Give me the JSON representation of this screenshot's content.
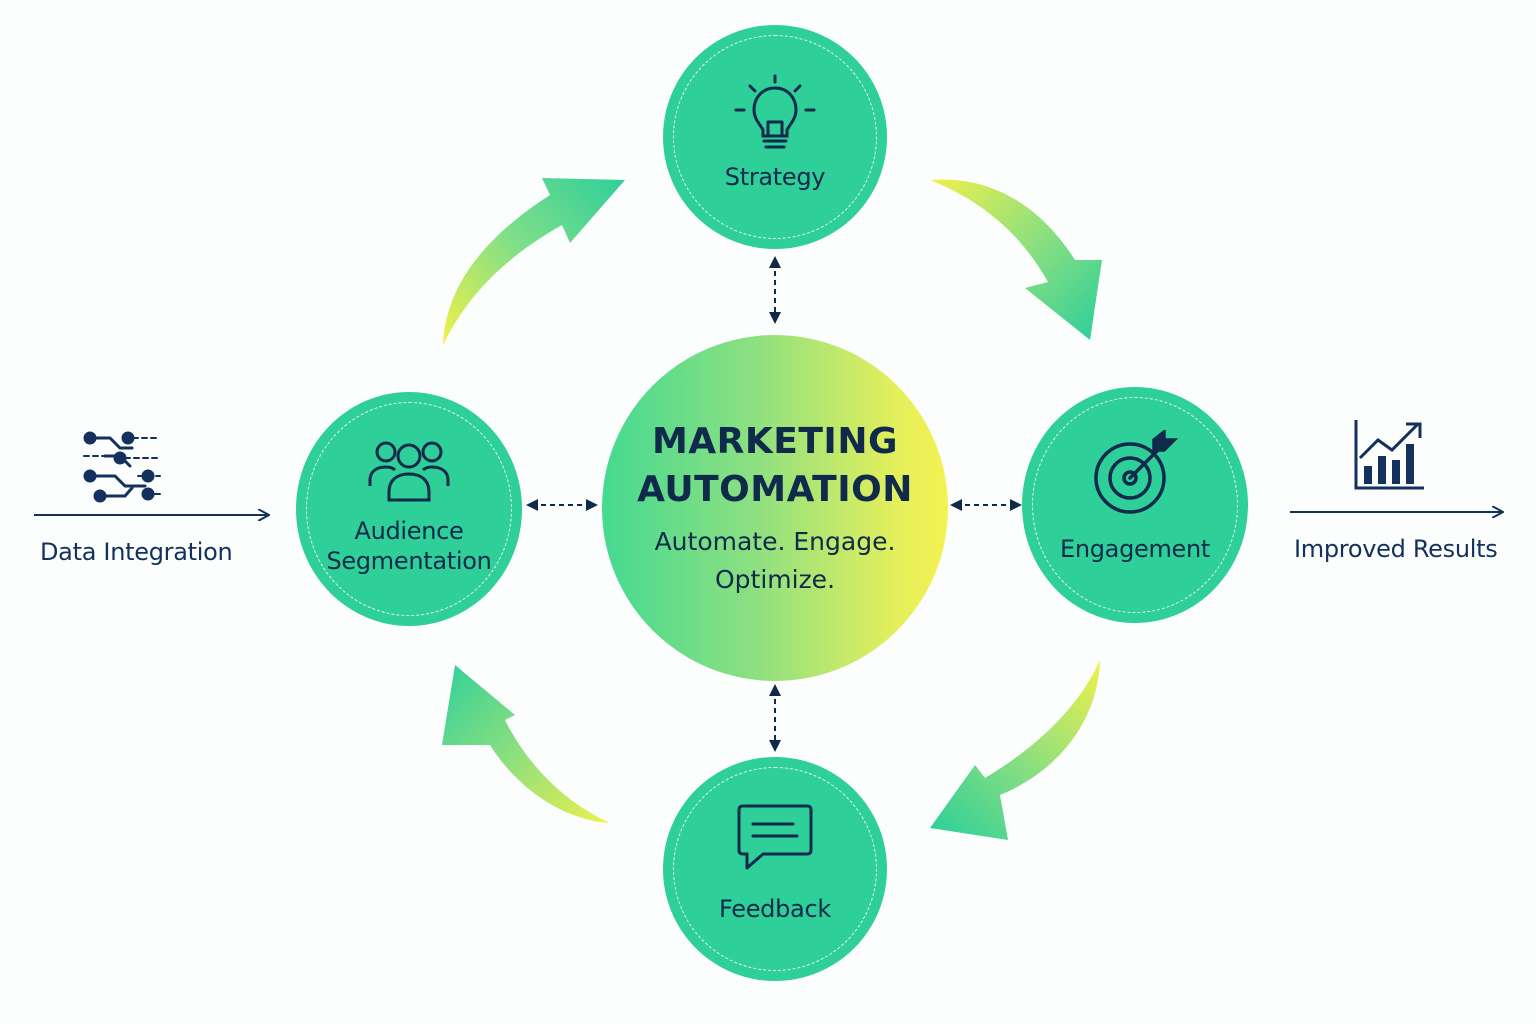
{
  "hub": {
    "title_line1": "MARKETING",
    "title_line2": "AUTOMATION",
    "tagline": "Automate. Engage. Optimize."
  },
  "nodes": {
    "strategy": {
      "label": "Strategy",
      "icon": "lightbulb-icon"
    },
    "engagement": {
      "label": "Engagement",
      "icon": "target-icon"
    },
    "feedback": {
      "label": "Feedback",
      "icon": "chat-bubble-icon"
    },
    "audience": {
      "label_line1": "Audience",
      "label_line2": "Segmentation",
      "icon": "people-group-icon"
    }
  },
  "input": {
    "label": "Data Integration",
    "icon": "data-flow-icon"
  },
  "output": {
    "label": "Improved Results",
    "icon": "bar-chart-up-icon"
  },
  "colors": {
    "node_fill": "#2fcf9a",
    "hub_gradient": [
      "#45d991",
      "#f3f250"
    ],
    "arrow_gradient": [
      "#2fcf9a",
      "#f0f04a"
    ],
    "ink": "#0f2a4a"
  }
}
